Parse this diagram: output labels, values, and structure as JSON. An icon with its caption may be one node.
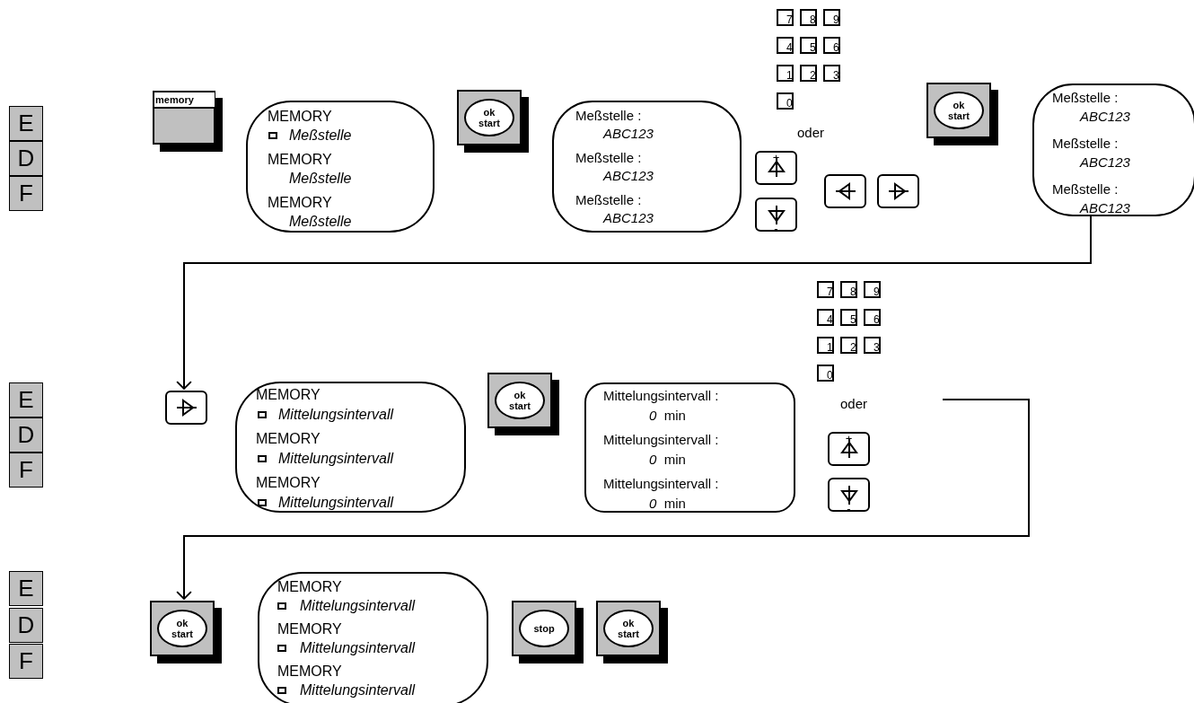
{
  "diagram": {
    "nodes": [
      {
        "text": [
          "E"
        ]
      },
      {
        "text": [
          "D"
        ]
      },
      {
        "text": [
          "F"
        ]
      },
      {
        "text": [
          "memory"
        ]
      },
      {
        "text": [
          "MEMORY",
          "Meßstelle",
          "MEMORY",
          "Meßstelle",
          "MEMORY",
          "Meßstelle"
        ]
      },
      {
        "text": [
          "ok start"
        ]
      },
      {
        "text": [
          "Meßstelle :",
          "ABC123",
          "Meßstelle :",
          "ABC123",
          "Meßstelle :",
          "ABC123"
        ]
      },
      {
        "text": [
          "7"
        ]
      },
      {
        "text": [
          "8"
        ]
      },
      {
        "text": [
          "9"
        ]
      },
      {
        "text": [
          "4"
        ]
      },
      {
        "text": [
          "5"
        ]
      },
      {
        "text": [
          "6"
        ]
      },
      {
        "text": [
          "1"
        ]
      },
      {
        "text": [
          "2"
        ]
      },
      {
        "text": [
          "3"
        ]
      },
      {
        "text": [
          "0"
        ]
      },
      {
        "text": [
          "+"
        ]
      },
      {
        "text": [
          "-"
        ]
      },
      {
        "text": [],
        "shape": "box"
      },
      {
        "text": [],
        "shape": "box"
      },
      {
        "text": [
          "ok start"
        ]
      },
      {
        "text": [
          "Meßstelle :",
          "ABC123",
          "Meßstelle :",
          "ABC123",
          "Meßstelle :",
          "ABC123"
        ]
      },
      {
        "text": [
          "E"
        ]
      },
      {
        "text": [
          "D"
        ]
      },
      {
        "text": [
          "F"
        ]
      },
      {
        "text": [],
        "shape": "box"
      },
      {
        "text": [
          "MEMORY",
          "Mittelungsintervall",
          "MEMORY",
          "Mittelungsintervall",
          "MEMORY",
          "Mittelungsintervall"
        ]
      },
      {
        "text": [
          "ok start"
        ]
      },
      {
        "text": [
          "Mittelungsintervall :",
          "*0*  min",
          "Mittelungsintervall :",
          "*0*  min",
          "Mittelungsintervall :",
          "*0*  min"
        ]
      },
      {
        "text": [
          "7"
        ]
      },
      {
        "text": [
          "8"
        ]
      },
      {
        "text": [
          "9"
        ]
      },
      {
        "text": [
          "4"
        ]
      },
      {
        "text": [
          "5"
        ]
      },
      {
        "text": [
          "6"
        ]
      },
      {
        "text": [
          "1"
        ]
      },
      {
        "text": [
          "2"
        ]
      },
      {
        "text": [
          "3"
        ]
      },
      {
        "text": [
          "0"
        ]
      },
      {
        "text": [
          "+"
        ]
      },
      {
        "text": [
          "-"
        ]
      },
      {
        "text": [
          "E"
        ]
      },
      {
        "text": [
          "D"
        ]
      },
      {
        "text": [
          "F"
        ]
      },
      {
        "text": [
          "ok start"
        ]
      },
      {
        "text": [
          "MEMORY",
          "Mittelungsintervall",
          "MEMORY",
          "Mittelungsintervall",
          "MEMORY",
          "Mittelungsintervall"
        ]
      },
      {
        "text": [
          "stop"
        ]
      },
      {
        "text": [
          "ok start"
        ]
      }
    ],
    "edges": [
      {
        "from": 22,
        "to": 26,
        "arrow": "to"
      },
      {
        "from": null,
        "to": 45,
        "arrow": "to"
      }
    ],
    "labels": [
      "oder",
      "oder"
    ]
  }
}
